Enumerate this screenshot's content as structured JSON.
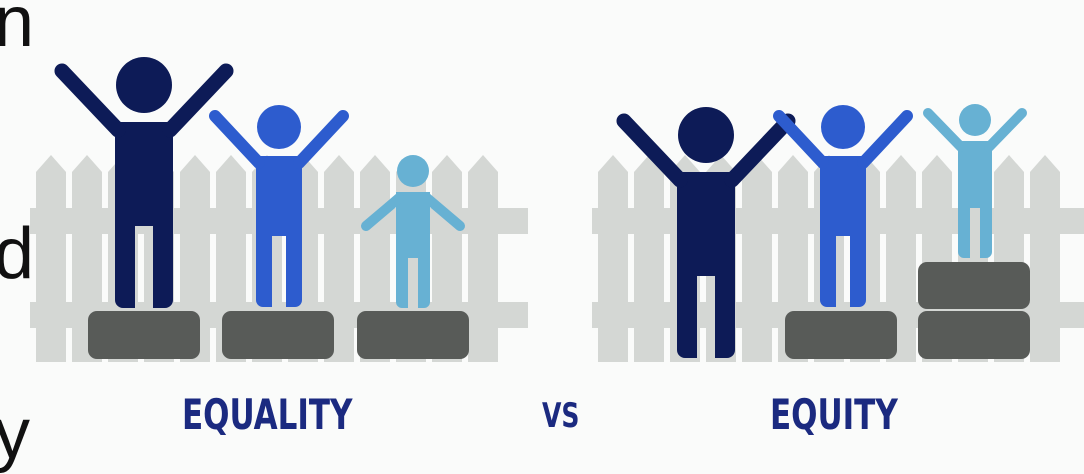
{
  "edge_letters": [
    "n",
    "d",
    "y"
  ],
  "labels": {
    "left_title": "EQUALITY",
    "middle": "VS",
    "right_title": "EQUITY"
  },
  "colors": {
    "fence": "#d4d7d4",
    "box": "#585b58",
    "tall_person": "#0d1b57",
    "medium_person": "#2d5cce",
    "short_person": "#67b1d3",
    "caption": "#1b2a80"
  },
  "panels": [
    {
      "name": "equality",
      "boxes_under_people": [
        1,
        1,
        1
      ]
    },
    {
      "name": "equity",
      "boxes_under_people": [
        0,
        1,
        2
      ]
    }
  ]
}
